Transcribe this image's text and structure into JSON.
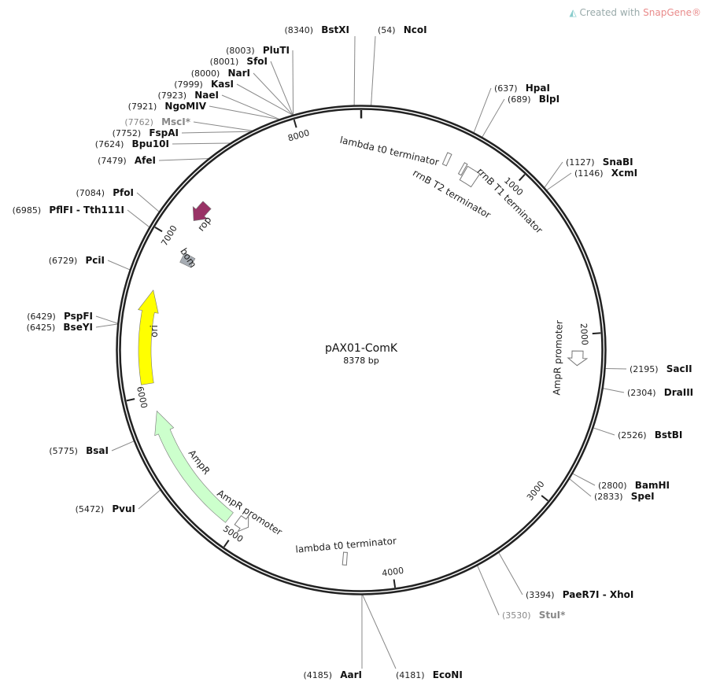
{
  "brand": {
    "prefix": "Created with ",
    "name": "SnapGene®"
  },
  "plasmid": {
    "name": "pAX01-ComK",
    "length_label": "8378 bp",
    "length": 8378
  },
  "ticks": [
    "1000",
    "2000",
    "3000",
    "4000",
    "5000",
    "6000",
    "7000",
    "8000"
  ],
  "enzymes": [
    {
      "name": "BstXI",
      "pos": 8340,
      "pos_label": "(8340)"
    },
    {
      "name": "NcoI",
      "pos": 54,
      "pos_label": "(54)"
    },
    {
      "name": "PluTI",
      "pos": 8003,
      "pos_label": "(8003)"
    },
    {
      "name": "SfoI",
      "pos": 8001,
      "pos_label": "(8001)"
    },
    {
      "name": "NarI",
      "pos": 8000,
      "pos_label": "(8000)"
    },
    {
      "name": "KasI",
      "pos": 7999,
      "pos_label": "(7999)"
    },
    {
      "name": "NaeI",
      "pos": 7923,
      "pos_label": "(7923)"
    },
    {
      "name": "NgoMIV",
      "pos": 7921,
      "pos_label": "(7921)"
    },
    {
      "name": "MscI*",
      "pos": 7762,
      "pos_label": "(7762)",
      "gray": true
    },
    {
      "name": "FspAI",
      "pos": 7752,
      "pos_label": "(7752)"
    },
    {
      "name": "Bpu10I",
      "pos": 7624,
      "pos_label": "(7624)"
    },
    {
      "name": "AfeI",
      "pos": 7479,
      "pos_label": "(7479)"
    },
    {
      "name": "PfoI",
      "pos": 7084,
      "pos_label": "(7084)"
    },
    {
      "name": "PflFI - Tth111I",
      "pos": 6985,
      "pos_label": "(6985)"
    },
    {
      "name": "PciI",
      "pos": 6729,
      "pos_label": "(6729)"
    },
    {
      "name": "PspFI",
      "pos": 6429,
      "pos_label": "(6429)"
    },
    {
      "name": "BseYI",
      "pos": 6425,
      "pos_label": "(6425)"
    },
    {
      "name": "BsaI",
      "pos": 5775,
      "pos_label": "(5775)"
    },
    {
      "name": "PvuI",
      "pos": 5472,
      "pos_label": "(5472)"
    },
    {
      "name": "AarI",
      "pos": 4185,
      "pos_label": "(4185)"
    },
    {
      "name": "EcoNI",
      "pos": 4181,
      "pos_label": "(4181)"
    },
    {
      "name": "HpaI",
      "pos": 637,
      "pos_label": "(637)"
    },
    {
      "name": "BlpI",
      "pos": 689,
      "pos_label": "(689)"
    },
    {
      "name": "SnaBI",
      "pos": 1127,
      "pos_label": "(1127)"
    },
    {
      "name": "XcmI",
      "pos": 1146,
      "pos_label": "(1146)"
    },
    {
      "name": "SacII",
      "pos": 2195,
      "pos_label": "(2195)"
    },
    {
      "name": "DraIII",
      "pos": 2304,
      "pos_label": "(2304)"
    },
    {
      "name": "BstBI",
      "pos": 2526,
      "pos_label": "(2526)"
    },
    {
      "name": "BamHI",
      "pos": 2800,
      "pos_label": "(2800)"
    },
    {
      "name": "SpeI",
      "pos": 2833,
      "pos_label": "(2833)"
    },
    {
      "name": "PaeR7I - XhoI",
      "pos": 3394,
      "pos_label": "(3394)"
    },
    {
      "name": "StuI*",
      "pos": 3530,
      "pos_label": "(3530)",
      "gray": true
    }
  ],
  "features": [
    {
      "name": "ori",
      "start": 6074,
      "end": 6658,
      "type": "arrow",
      "strand": 1,
      "color": "#ffff00"
    },
    {
      "name": "AmpR",
      "start": 5078,
      "end": 5897,
      "type": "arrow",
      "strand": 1,
      "color": "#ccffcc"
    },
    {
      "name": "rop",
      "start": 7160,
      "end": 7290,
      "type": "arrow",
      "strand": -1,
      "color": "#993366"
    },
    {
      "name": "bom",
      "start": 6885,
      "end": 6955,
      "type": "box",
      "color": "#a6acb3"
    },
    {
      "name": "AmpR promoter",
      "start": 4945,
      "end": 5025,
      "type": "arrow",
      "strand": -1,
      "color": "#ffffff"
    },
    {
      "name": "AmpR promoter",
      "start": 2100,
      "end": 2190,
      "type": "arrow",
      "strand": 1,
      "color": "#ffffff"
    },
    {
      "name": "lambda t0 terminator",
      "start": 4280,
      "end": 4305,
      "type": "box",
      "color": "#ffffff"
    },
    {
      "name": "lambda t0 terminator",
      "start": 550,
      "end": 577,
      "type": "box",
      "color": "#ffffff"
    },
    {
      "name": "rrnB T2 terminator",
      "start": 672,
      "end": 692,
      "type": "box",
      "color": "#ffffff"
    },
    {
      "name": "rrnB T1 terminator",
      "start": 700,
      "end": 790,
      "type": "box",
      "color": "#ffffff"
    }
  ]
}
